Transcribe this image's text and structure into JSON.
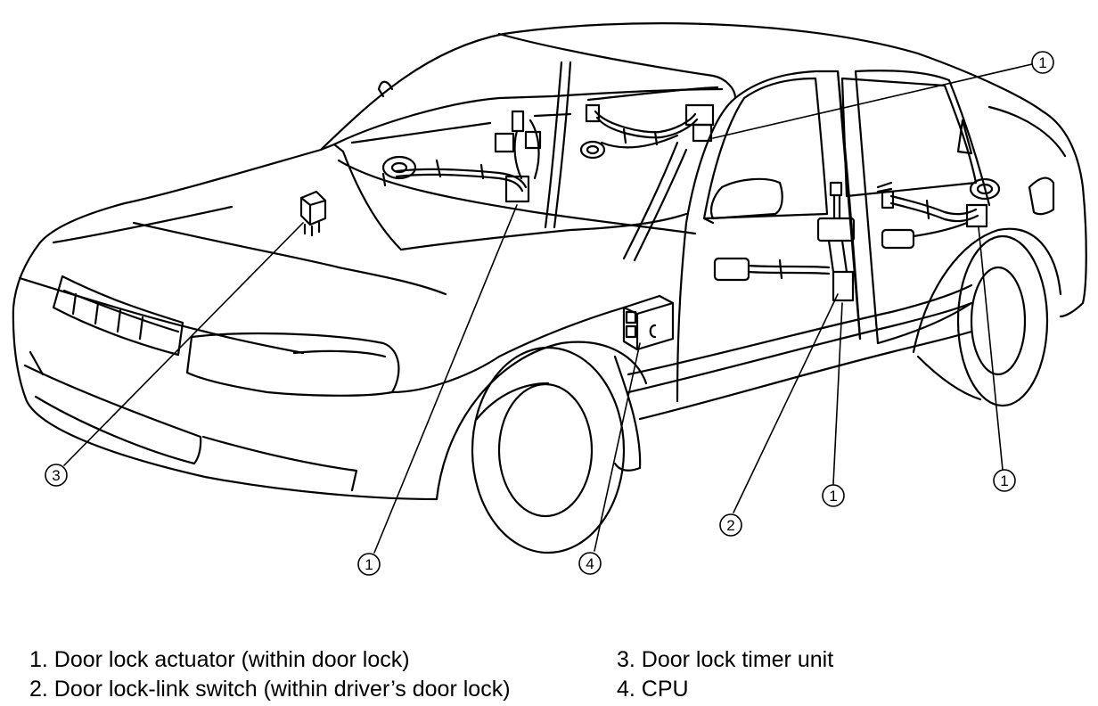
{
  "callouts": [
    {
      "id": "c1_top",
      "number": "1"
    },
    {
      "id": "c1_bottom_left",
      "number": "1"
    },
    {
      "id": "c1_bottom_mid",
      "number": "1"
    },
    {
      "id": "c1_bottom_right",
      "number": "1"
    },
    {
      "id": "c2",
      "number": "2"
    },
    {
      "id": "c3",
      "number": "3"
    },
    {
      "id": "c4",
      "number": "4"
    }
  ],
  "legend": {
    "items": [
      {
        "text": "1. Door lock actuator (within door lock)"
      },
      {
        "text": "2. Door lock-link switch (within driver’s door lock)"
      },
      {
        "text": "3. Door lock timer unit"
      },
      {
        "text": "4. CPU"
      }
    ]
  }
}
